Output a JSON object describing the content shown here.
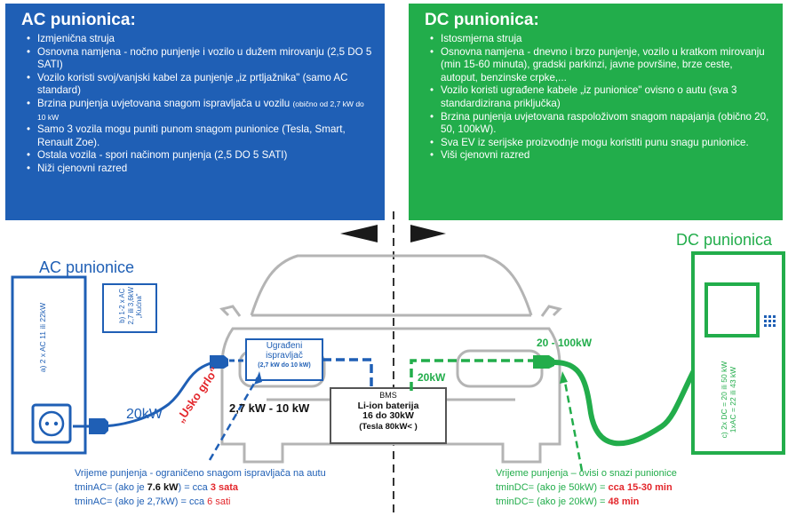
{
  "ac_panel": {
    "title": "AC punionica:",
    "items": [
      {
        "text": "Izmjenična struja",
        "note": ""
      },
      {
        "text": "Osnovna namjena - nočno punjenje i vozilo u dužem mirovanju (2,5 DO 5 SATI)",
        "note": ""
      },
      {
        "text": "Vozilo koristi svoj/vanjski kabel za punjenje „iz prtljažnika\" (samo AC standard)",
        "note": ""
      },
      {
        "text": "Brzina punjenja uvjetovana snagom ispravljača u vozilu",
        "note": "(obično od 2,7 kW do 10 kW"
      },
      {
        "text": "Samo 3 vozila mogu puniti punom snagom punionice (Tesla, Smart, Renault Zoe).",
        "note": ""
      },
      {
        "text": "Ostala vozila - spori načinom punjenja (2,5 DO 5 SATI)",
        "note": ""
      },
      {
        "text": "Niži cjenovni razred",
        "note": ""
      }
    ]
  },
  "dc_panel": {
    "title": "DC punionica:",
    "items": [
      "Istosmjerna struja",
      "Osnovna namjena - dnevno i brzo punjenje, vozilo u kratkom mirovanju (min 15-60 minuta), gradski parkinzi, javne površine, brze ceste, autoput, benzinske crpke,...",
      "Vozilo koristi ugrađene kabele „iz punionice\" ovisno o autu (sva 3 standardizirana priključka)",
      "Brzina punjenja uvjetovana raspoloživom snagom napajanja (obično 20, 50, 100kW).",
      "Sva EV iz serijske proizvodnje mogu koristiti punu snagu punionice.",
      "Viši cjenovni razred"
    ]
  },
  "diagram": {
    "ac_station_title": "AC punionice",
    "dc_station_title": "DC punionica",
    "ac_station_a": "a) 2 x AC 11 ili 22kW",
    "ac_station_b_lines": [
      "b) 1-2 x AC",
      "2,7 ili 3,6kW",
      "„Kućna\""
    ],
    "ac_cable_power": "20kW",
    "usko_grlo": "„Usko grlo\"",
    "rectifier_lines": [
      "Ugrađeni",
      "ispravljač"
    ],
    "rectifier_note": "(2,7 kW do 10 kW)",
    "ac_power_range": "2,7 kW - 10 kW",
    "bms_lines": [
      "BMS",
      "Li-ion baterija",
      "16  do  30kW"
    ],
    "battery_tesla": "(Tesla 80kW< )",
    "dc_power_range": "20 - 100kW",
    "dc_internal": "20kW",
    "dc_station_c_lines": [
      "c) 2x DC = 20 ili 50 kW",
      "1xAC = 22 ili 43 kW"
    ]
  },
  "ac_time": {
    "heading": "Vrijeme punjenja  - ograničeno snagom ispravljača na autu",
    "row1_prefix": "tminAC= (ako je ",
    "row1_value": "7.6 kW",
    "row1_mid": ") = cca ",
    "row1_result": "3 sata",
    "row2_prefix": "tminAC= (ako je 2,7kW) = cca ",
    "row2_result": "6 sati"
  },
  "dc_time": {
    "heading": "Vrijeme punjenja – ovisi o snazi punionice",
    "row1_prefix": "tminDC= (ako je 50kW) = ",
    "row1_result": "cca 15-30 min",
    "row2_prefix": "tminDC= (ako je 20kW) = ",
    "row2_result": "48 min"
  },
  "colors": {
    "ac_blue": "#1f5fb5",
    "dc_green": "#22ad4b",
    "red": "#e3262b",
    "car_outline": "#b4b4b4"
  }
}
